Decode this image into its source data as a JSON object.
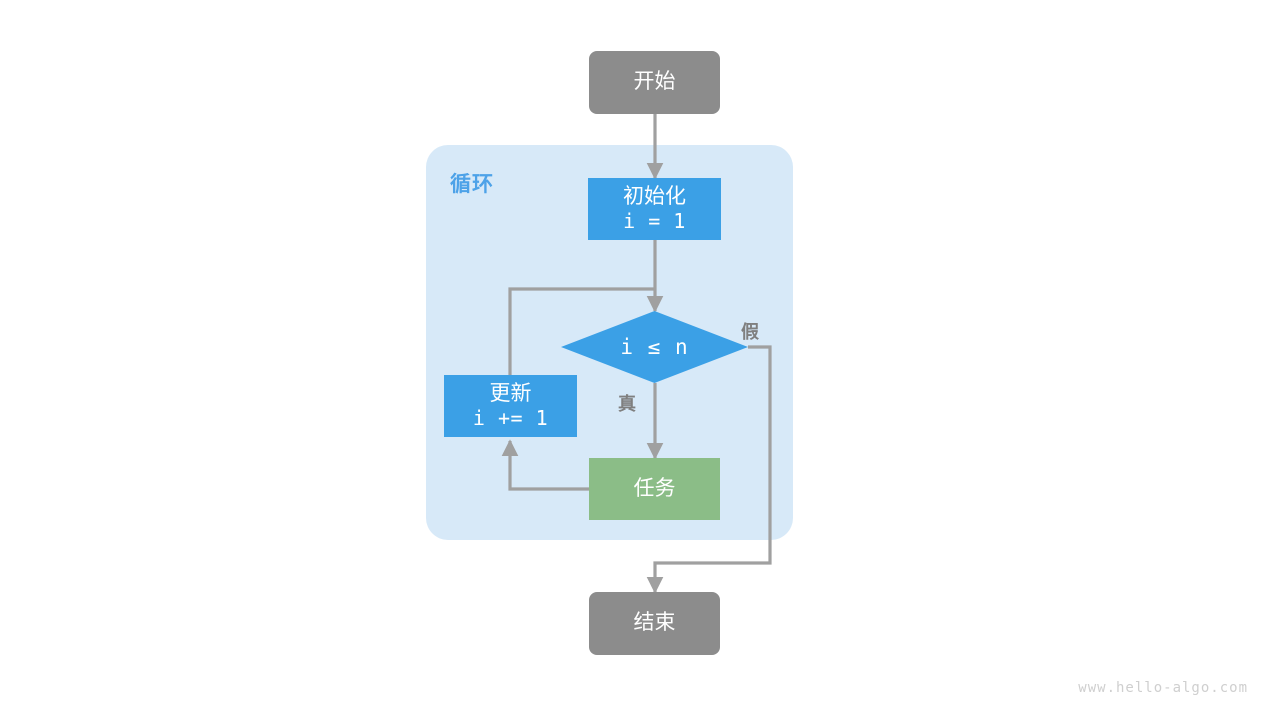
{
  "diagram": {
    "title_watermark": "www.hello-algo.com",
    "background_color": "#ffffff",
    "container": {
      "label": "循环",
      "fill": "#d7e9f8",
      "label_color": "#4da2e8"
    },
    "colors": {
      "terminal": "#8c8c8c",
      "process": "#3ba0e6",
      "task": "#8bbd87",
      "edge": "#a0a0a0",
      "edge_label": "#7f7f7f"
    },
    "nodes": {
      "start": {
        "label": "开始",
        "type": "terminal"
      },
      "init": {
        "label": "初始化",
        "code": "i = 1",
        "type": "process"
      },
      "decision": {
        "label": "i ≤ n",
        "type": "decision"
      },
      "update": {
        "label": "更新",
        "code": "i += 1",
        "type": "process"
      },
      "task": {
        "label": "任务",
        "type": "task"
      },
      "end": {
        "label": "结束",
        "type": "terminal"
      }
    },
    "edge_labels": {
      "true": "真",
      "false": "假"
    }
  }
}
